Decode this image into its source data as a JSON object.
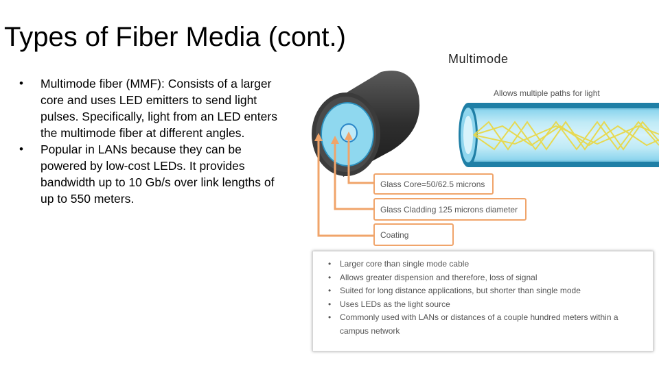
{
  "slide": {
    "title": "Types of Fiber Media (cont.)",
    "corner_label": "Multimode",
    "bullets": [
      "Multimode fiber (MMF): Consists of a larger core and uses LED emitters to send light pulses. Specifically, light from an LED enters the multimode fiber at different angles.",
      "Popular in LANs because they can be powered by low-cost LEDs. It provides bandwidth up to 10 Gb/s over link lengths of up to 550 meters."
    ],
    "bullet_glyph": "•"
  },
  "figure": {
    "paths_label": "Allows multiple paths for light",
    "callouts": {
      "core": "Glass Core=50/62.5 microns",
      "cladding": "Glass Cladding 125 microns diameter",
      "coating": "Coating"
    },
    "info_items": [
      "Larger core than single mode cable",
      "Allows greater dispension and therefore, loss of signal",
      "Suited for long distance applications, but shorter than single mode",
      "Uses LEDs as the light source",
      "Commonly used with LANs or distances of a couple hundred meters within a campus network"
    ],
    "colors": {
      "accent_orange": "#f0a46a",
      "cable_dark": "#3a3a3a",
      "cladding_blue": "#9fdcf0",
      "core_blue": "#3aa6e0",
      "light_path": "#e8d84a"
    }
  }
}
